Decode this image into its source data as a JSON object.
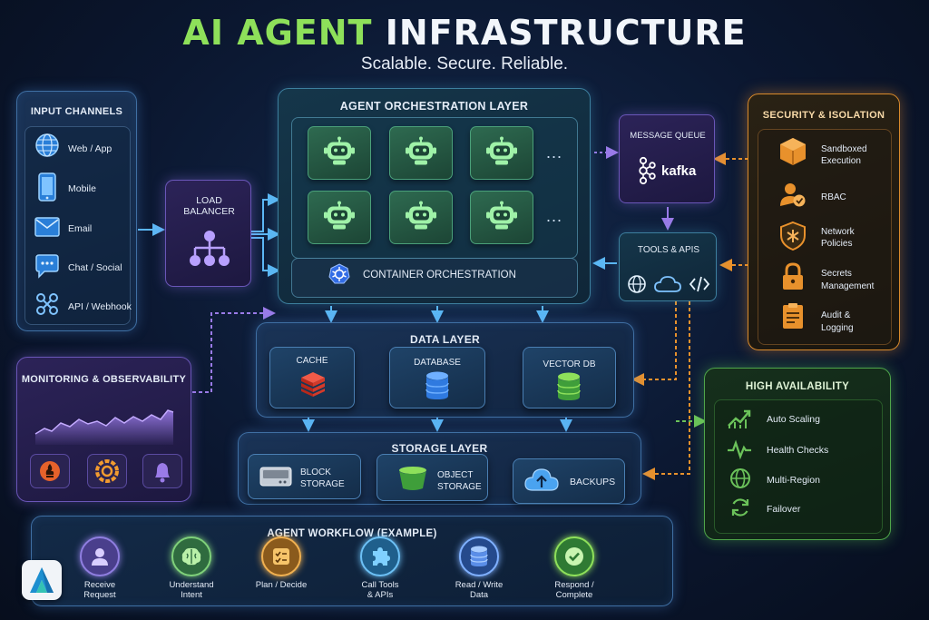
{
  "header": {
    "title_accent": "AI AGENT",
    "title_rest": "INFRASTRUCTURE",
    "subtitle": "Scalable. Secure. Reliable."
  },
  "input_channels": {
    "title": "INPUT CHANNELS",
    "items": [
      {
        "label": "Web / App",
        "icon": "globe-icon"
      },
      {
        "label": "Mobile",
        "icon": "mobile-icon"
      },
      {
        "label": "Email",
        "icon": "email-icon"
      },
      {
        "label": "Chat / Social",
        "icon": "chat-icon"
      },
      {
        "label": "API / Webhook",
        "icon": "webhook-icon"
      }
    ]
  },
  "load_balancer": {
    "title_line1": "LOAD",
    "title_line2": "BALANCER",
    "icon": "hierarchy-icon"
  },
  "orchestration": {
    "title": "AGENT ORCHESTRATION LAYER",
    "more": "...",
    "container_label": "CONTAINER ORCHESTRATION",
    "container_icon": "kubernetes-icon",
    "agent_icon": "robot-icon"
  },
  "message_queue": {
    "title": "MESSAGE QUEUE",
    "brand": "kafka",
    "icon": "kafka-icon"
  },
  "tools_apis": {
    "title": "TOOLS & APIS",
    "icons": [
      "globe-icon",
      "cloud-icon",
      "code-icon"
    ]
  },
  "security": {
    "title": "SECURITY & ISOLATION",
    "items": [
      {
        "line1": "Sandboxed",
        "line2": "Execution",
        "icon": "sandbox-box-icon"
      },
      {
        "line1": "RBAC",
        "line2": "",
        "icon": "user-check-icon"
      },
      {
        "line1": "Network",
        "line2": "Policies",
        "icon": "shield-icon"
      },
      {
        "line1": "Secrets",
        "line2": "Management",
        "icon": "lock-icon"
      },
      {
        "line1": "Audit &",
        "line2": "Logging",
        "icon": "clipboard-icon"
      }
    ]
  },
  "monitoring": {
    "title": "MONITORING & OBSERVABILITY",
    "icons": [
      "prometheus-icon",
      "grafana-icon",
      "alert-bell-icon"
    ]
  },
  "data_layer": {
    "title": "DATA LAYER",
    "cache": "CACHE",
    "database": "DATABASE",
    "vector_db": "VECTOR DB"
  },
  "storage_layer": {
    "title": "STORAGE LAYER",
    "block_line1": "BLOCK",
    "block_line2": "STORAGE",
    "object_line1": "OBJECT",
    "object_line2": "STORAGE",
    "backups": "BACKUPS"
  },
  "high_availability": {
    "title": "HIGH AVAILABILITY",
    "items": [
      {
        "label": "Auto Scaling",
        "icon": "trend-up-icon"
      },
      {
        "label": "Health Checks",
        "icon": "pulse-icon"
      },
      {
        "label": "Multi-Region",
        "icon": "globe-icon"
      },
      {
        "label": "Failover",
        "icon": "refresh-icon"
      }
    ]
  },
  "workflow": {
    "title": "AGENT WORKFLOW (EXAMPLE)",
    "steps": [
      {
        "line1": "Receive",
        "line2": "Request",
        "icon": "user-icon"
      },
      {
        "line1": "Understand",
        "line2": "Intent",
        "icon": "brain-icon"
      },
      {
        "line1": "Plan / Decide",
        "line2": "",
        "icon": "checklist-icon"
      },
      {
        "line1": "Call Tools",
        "line2": "& APIs",
        "icon": "puzzle-icon"
      },
      {
        "line1": "Read / Write",
        "line2": "Data",
        "icon": "database-icon"
      },
      {
        "line1": "Respond /",
        "line2": "Complete",
        "icon": "check-circle-icon"
      }
    ]
  },
  "colors": {
    "accent_green": "#8ee05a",
    "purple": "#7a5fd0",
    "orange": "#e8912c",
    "blue": "#4aa3f0"
  }
}
